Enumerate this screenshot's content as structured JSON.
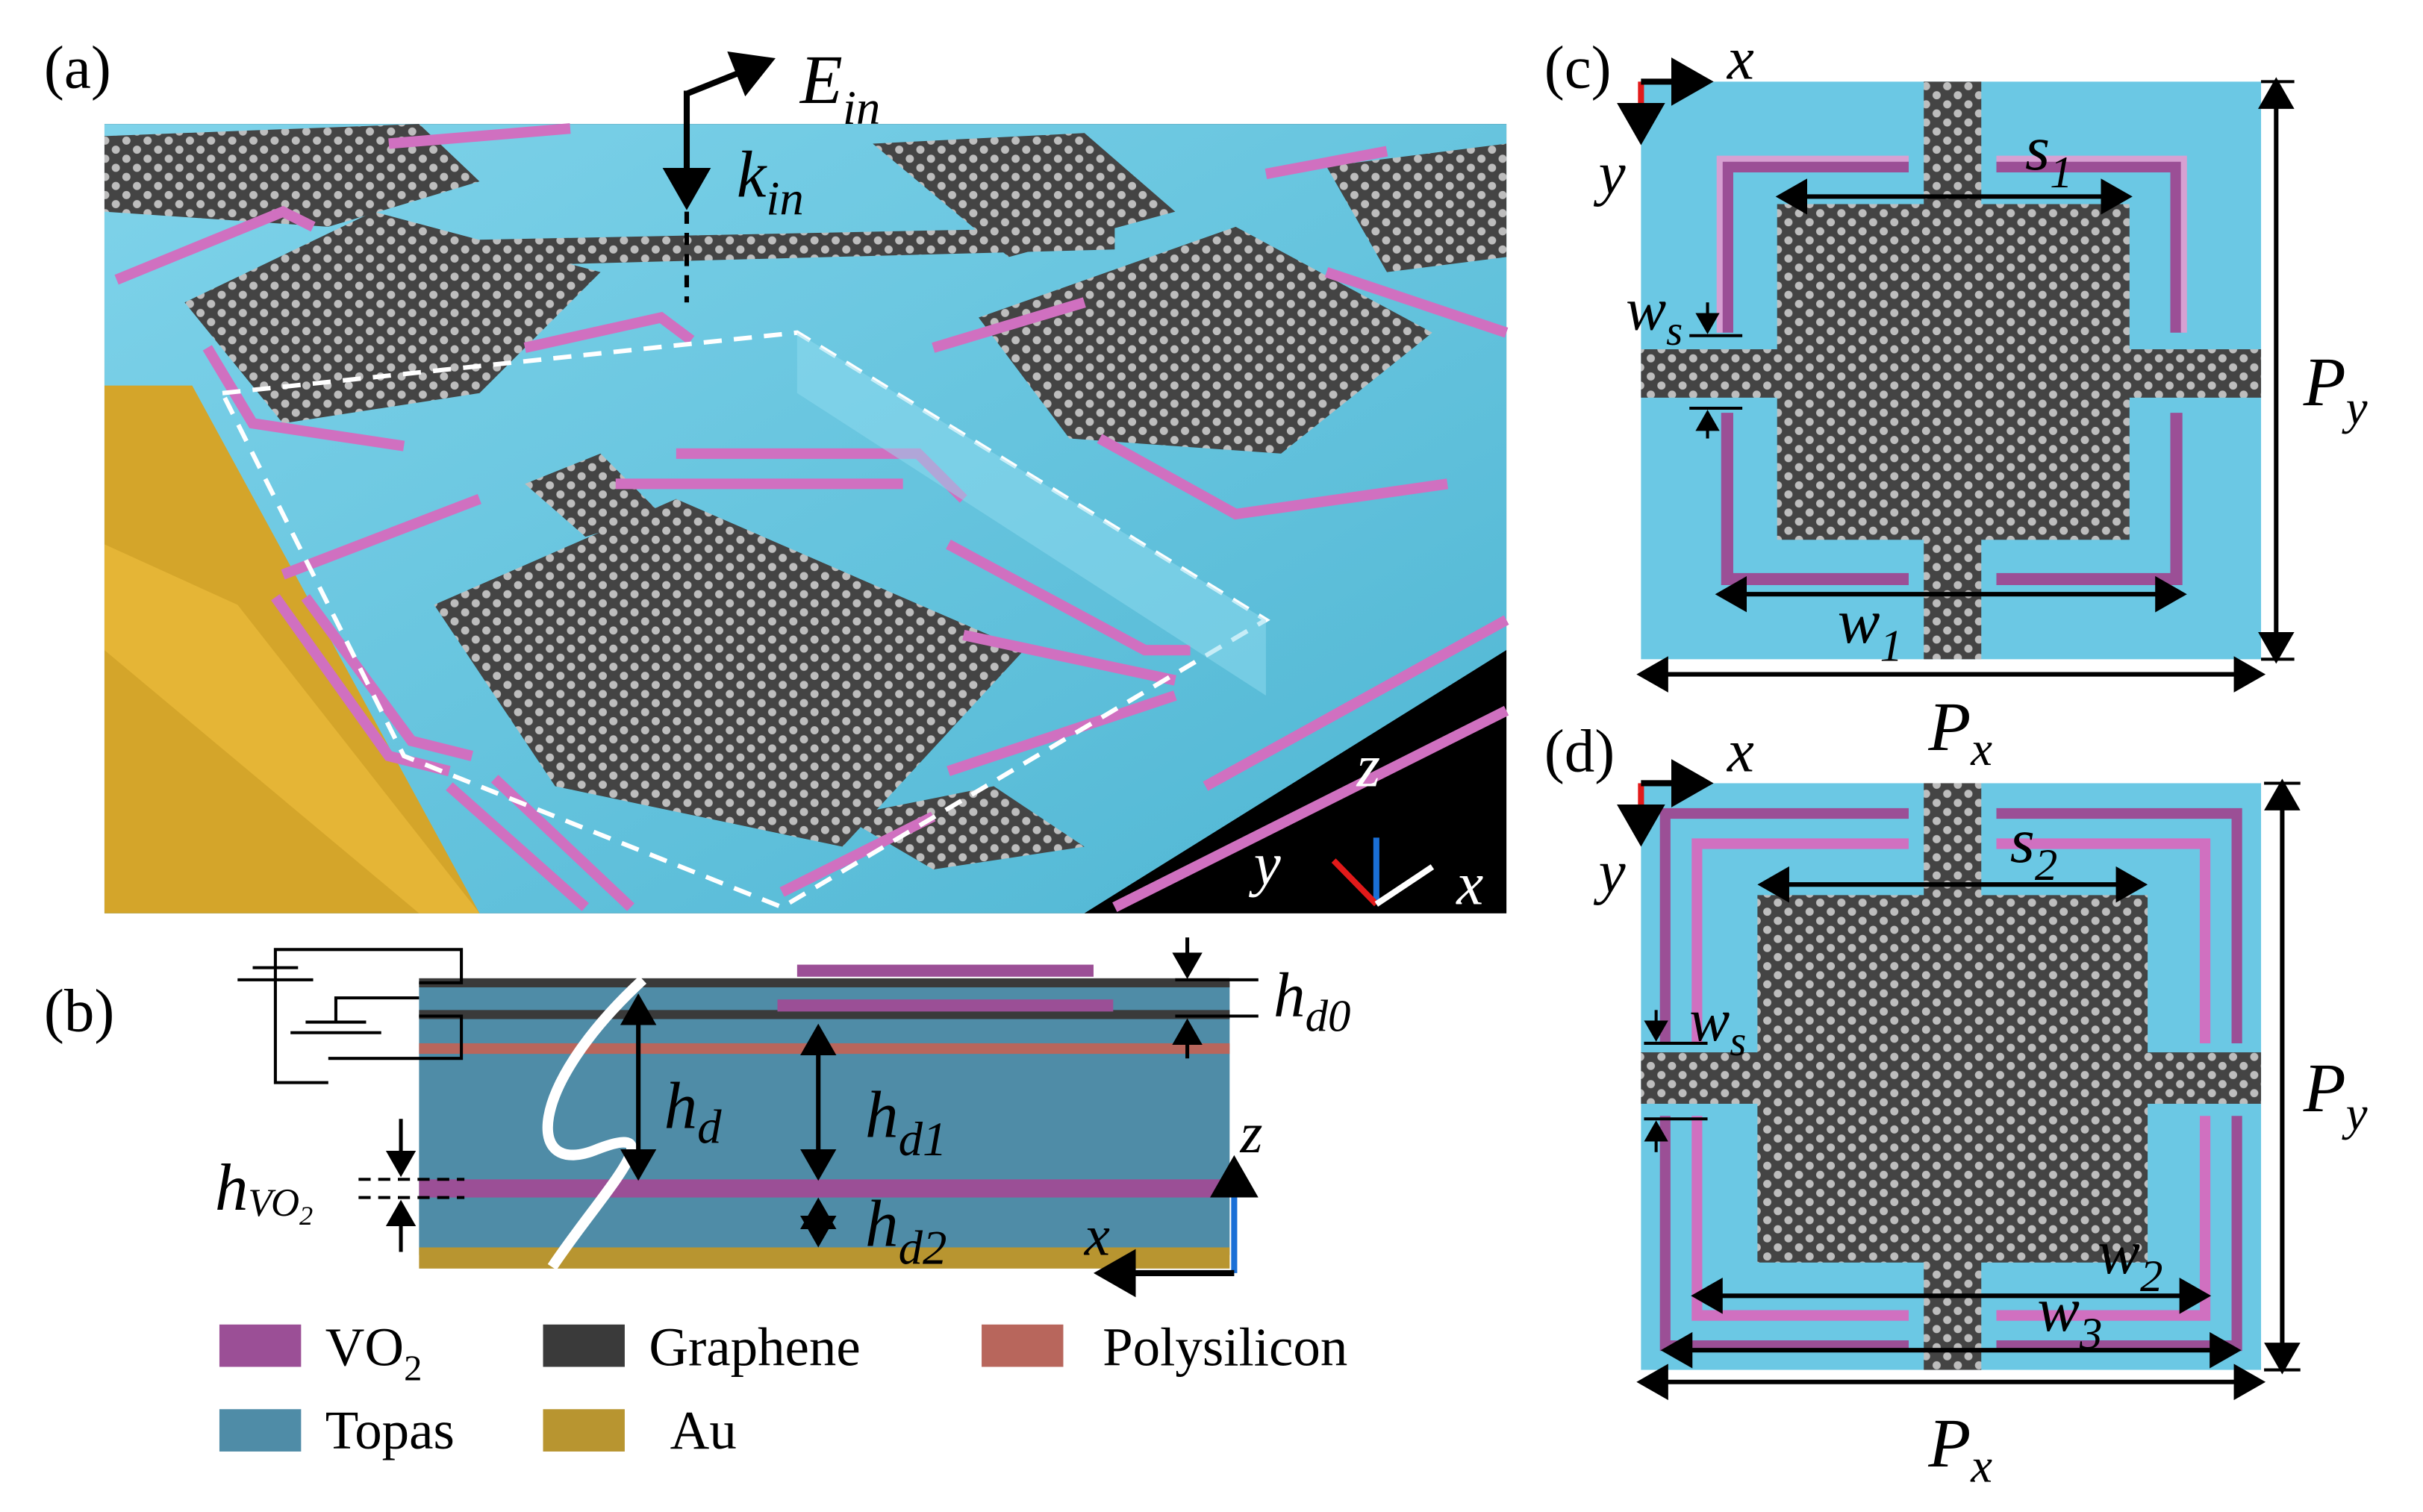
{
  "panels": {
    "a": {
      "label": "(a)",
      "e_main": "E",
      "e_sub": "in",
      "k_main": "k",
      "k_sub": "in",
      "axis_z": "z",
      "axis_y": "y",
      "axis_x": "x"
    },
    "b": {
      "label": "(b)",
      "hd0_main": "h",
      "hd0_sub": "d0",
      "hd_main": "h",
      "hd_sub": "d",
      "hd1_main": "h",
      "hd1_sub": "d1",
      "hd2_main": "h",
      "hd2_sub": "d2",
      "hvo2_main": "h",
      "hvo2_sub": "VO",
      "hvo2_subsub": "2",
      "axis_z": "z",
      "axis_x": "x"
    },
    "c": {
      "label": "(c)",
      "axis_x": "x",
      "axis_y": "y",
      "s_main": "s",
      "s_sub": "1",
      "ws_main": "w",
      "ws_sub": "s",
      "w_main": "w",
      "w_sub": "1",
      "py_main": "P",
      "py_sub": "y",
      "px_main": "P",
      "px_sub": "x"
    },
    "d": {
      "label": "(d)",
      "axis_x": "x",
      "axis_y": "y",
      "s_main": "s",
      "s_sub": "2",
      "ws_main": "w",
      "ws_sub": "s",
      "w2_main": "w",
      "w2_sub": "2",
      "w3_main": "w",
      "w3_sub": "3",
      "py_main": "P",
      "py_sub": "y",
      "px_main": "P",
      "px_sub": "x"
    }
  },
  "legend": {
    "vo2_main": "VO",
    "vo2_sub": "2",
    "graphene": "Graphene",
    "polysilicon": "Polysilicon",
    "topas": "Topas",
    "au": "Au"
  },
  "colors": {
    "vo2": "#9b4f96",
    "graphene": "#3a3a3a",
    "polysilicon": "#b8665c",
    "topas": "#4f8ca7",
    "au": "#b89530",
    "substrate": "#62c6e0",
    "pink_strip": "#d070c0"
  }
}
